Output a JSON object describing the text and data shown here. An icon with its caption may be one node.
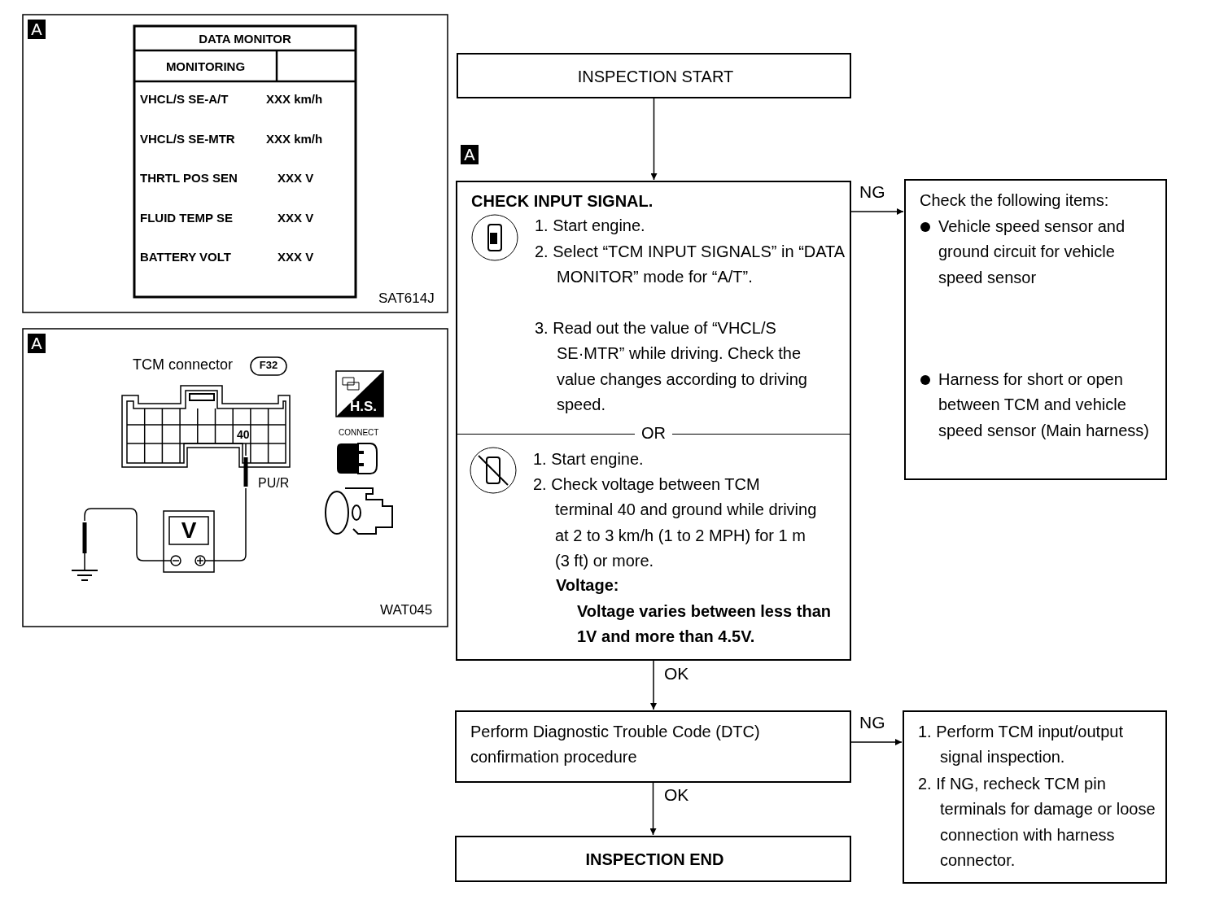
{
  "diagram": {
    "nodes": [
      {
        "text": [
          "INSPECTION START"
        ]
      },
      {
        "text": [
          "CHECK INPUT SIGNAL.",
          "1. Start engine.",
          "2. Select “TCM INPUT SIGNALS” in “DATA MONITOR” mode for “A/T”.",
          "3. Read out the value of “VHCL/S SE·MTR” while driving. Check the value changes according to driving speed.",
          "OR",
          "1. Start engine.",
          "2. Check voltage between TCM terminal 40 and ground while driving at 2 to 3 km/h (1 to 2 MPH) for 1 m (3 ft) or more.",
          "Voltage:",
          "Voltage varies between less than 1V and more than 4.5V."
        ],
        "beside": [
          "A"
        ]
      },
      {
        "text": [
          "Check the following items:",
          "Vehicle speed sensor and ground circuit for vehicle speed sensor",
          "Harness for short or open between TCM and vehicle speed sensor (Main harness)"
        ]
      },
      {
        "text": [
          "Perform Diagnostic Trouble Code (DTC) confirmation procedure"
        ]
      },
      {
        "text": [
          "1. Perform TCM input/output signal inspection.",
          "2. If NG, recheck TCM pin terminals for damage or loose connection with harness connector."
        ]
      },
      {
        "text": [
          "INSPECTION END"
        ]
      }
    ],
    "edges": [
      {
        "from": 0,
        "to": 1,
        "arrow": "to"
      },
      {
        "from": 1,
        "to": 2,
        "arrow": "to",
        "label": "NG"
      },
      {
        "from": 1,
        "to": 3,
        "arrow": "to",
        "label": "OK"
      },
      {
        "from": 3,
        "to": 4,
        "arrow": "to",
        "label": "NG"
      },
      {
        "from": 3,
        "to": 5,
        "arrow": "to",
        "label": "OK"
      }
    ],
    "labels": [
      "A",
      "DATA MONITOR",
      "MONITORING",
      "VHCL/S SE-A/T",
      "XXX km/h",
      "VHCL/S SE-MTR",
      "XXX km/h",
      "THRTL POS SEN",
      "XXX V",
      "FLUID TEMP SE",
      "XXX V",
      "BATTERY VOLT",
      "XXX V",
      "SAT614J",
      "A",
      "TCM connector",
      "F32",
      "40",
      "PU/R",
      "V",
      "H.S.",
      "CONNECT",
      "WAT045"
    ]
  }
}
